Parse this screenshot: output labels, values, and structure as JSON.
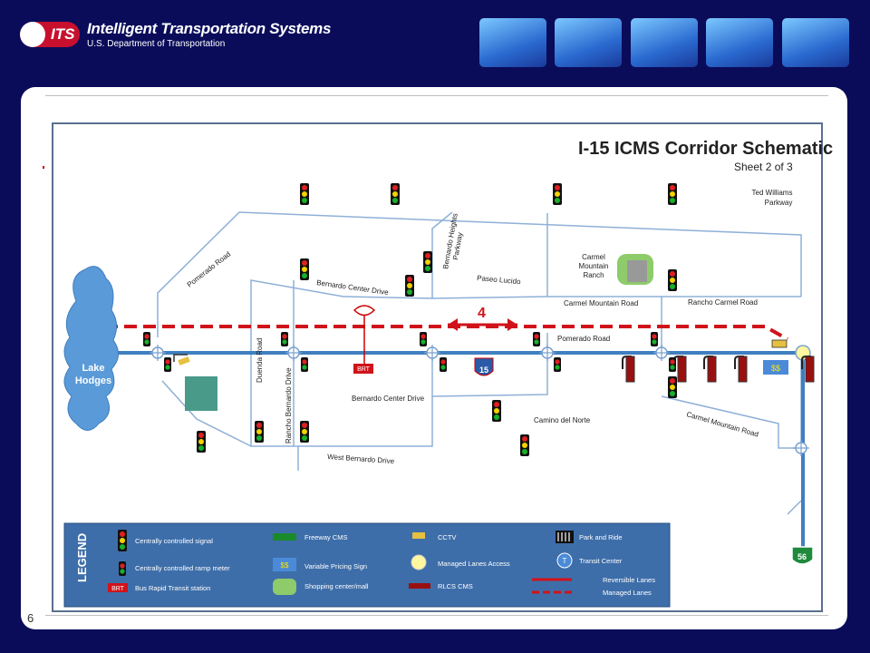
{
  "header": {
    "logo_text": "ITS",
    "agency_title": "Intelligent Transportation Systems",
    "agency_subtitle": "U.S. Department of Transportation",
    "thumbnails": [
      "highway-photo-icon",
      "truck-photo-icon",
      "traffic-photo-icon",
      "city-traffic-photo-icon",
      "semi-truck-photo-icon"
    ]
  },
  "slide": {
    "page_number": "6"
  },
  "map": {
    "title": "I-15 ICMS Corridor Schematic",
    "subtitle": "Sheet 2 of 3",
    "lake_label": [
      "Lake",
      "Hodges"
    ],
    "roads": {
      "pomerado_road_nw": "Pomerado Road",
      "bernardo_center_drive_n": "Bernardo Center Drive",
      "bernardo_heights_parkway": [
        "Bernardo Heights",
        "Parkway"
      ],
      "paseo_lucido": "Paseo Lucido",
      "ted_williams_parkway": [
        "Ted Williams",
        "Parkway"
      ],
      "carmel_mountain_ranch": [
        "Carmel",
        "Mountain",
        "Ranch"
      ],
      "carmel_mountain_road_n": "Carmel Mountain Road",
      "rancho_carmel_road": "Rancho Carmel Road",
      "pomerado_road_e": "Pomerado Road",
      "bernardo_center_drive_s": "Bernardo Center Drive",
      "camino_del_norte": "Camino del Norte",
      "carmel_mountain_road_s": "Carmel Mountain Road",
      "duenda_road": "Duenda Road",
      "rancho_bernardo_drive": "Rancho Bernardo Drive",
      "west_bernardo_drive": "West Bernardo Drive"
    },
    "reversible_lanes_count": "4",
    "interstate_shield": "15",
    "state_route_shield": "56",
    "brt_label": "BRT",
    "pricing_sign_label": "$$",
    "legend": {
      "heading": "LEGEND",
      "items": [
        {
          "label": "Centrally controlled signal",
          "icon": "traffic-signal-icon"
        },
        {
          "label": "Centrally controlled ramp meter",
          "icon": "ramp-meter-icon"
        },
        {
          "label": "Bus Rapid Transit station",
          "icon": "brt-station-icon",
          "badge": "BRT"
        },
        {
          "label": "Freeway CMS",
          "icon": "freeway-cms-icon"
        },
        {
          "label": "Variable Pricing Sign",
          "icon": "pricing-sign-icon",
          "badge": "$$"
        },
        {
          "label": "Shopping center/mall",
          "icon": "shopping-mall-icon"
        },
        {
          "label": "CCTV",
          "icon": "cctv-camera-icon"
        },
        {
          "label": "Managed Lanes Access",
          "icon": "managed-lanes-access-icon"
        },
        {
          "label": "RLCS CMS",
          "icon": "rlcs-cms-icon"
        },
        {
          "label": "Park and Ride",
          "icon": "park-and-ride-icon"
        },
        {
          "label": "Transit Center",
          "icon": "transit-center-icon",
          "badge": "T"
        },
        {
          "label": "Reversible Lanes",
          "icon": "reversible-lanes-line-icon"
        },
        {
          "label": "Managed Lanes",
          "icon": "managed-lanes-line-icon"
        }
      ]
    },
    "colors": {
      "freeway": "#3f7fc0",
      "road": "#8fb0d8",
      "managed": "#d0131a",
      "background": "#0a0c5a",
      "legend_bg": "#3e6ea9"
    }
  }
}
